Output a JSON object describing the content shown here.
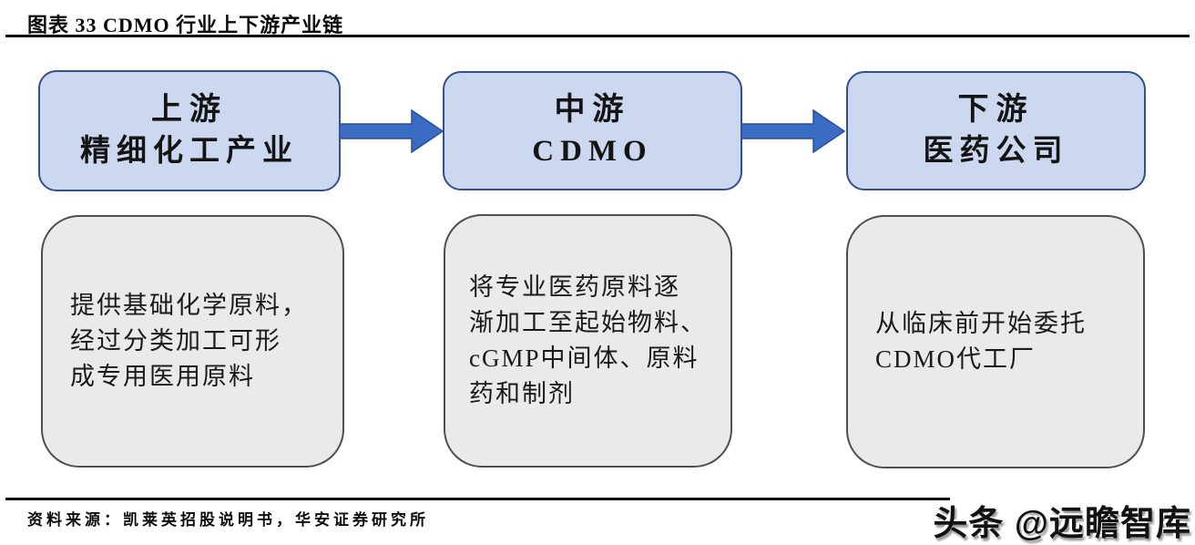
{
  "title": "图表 33 CDMO 行业上下游产业链",
  "flow": {
    "stages": [
      {
        "position": "上游",
        "name": "精细化工产业",
        "description": "提供基础化学原料，\n经过分类加工可形\n成专用医用原料"
      },
      {
        "position": "中游",
        "name": "CDMO",
        "description": "将专业医药原料逐\n渐加工至起始物料、\ncGMP中间体、原料\n药和制剂"
      },
      {
        "position": "下游",
        "name": "医药公司",
        "description": "从临床前开始委托\nCDMO代工厂"
      }
    ]
  },
  "source_note": "资料来源：凯莱英招股说明书，华安证券研究所",
  "watermark": "头条 @远瞻智库",
  "colors": {
    "stage_fill": "#ccd8ef",
    "stage_border": "#31508d",
    "arrow_fill": "#3a6cc4",
    "arrow_border": "#2a4f9e",
    "desc_fill": "#eaeaea",
    "desc_border": "#4f4f4f",
    "rule": "#000000"
  }
}
